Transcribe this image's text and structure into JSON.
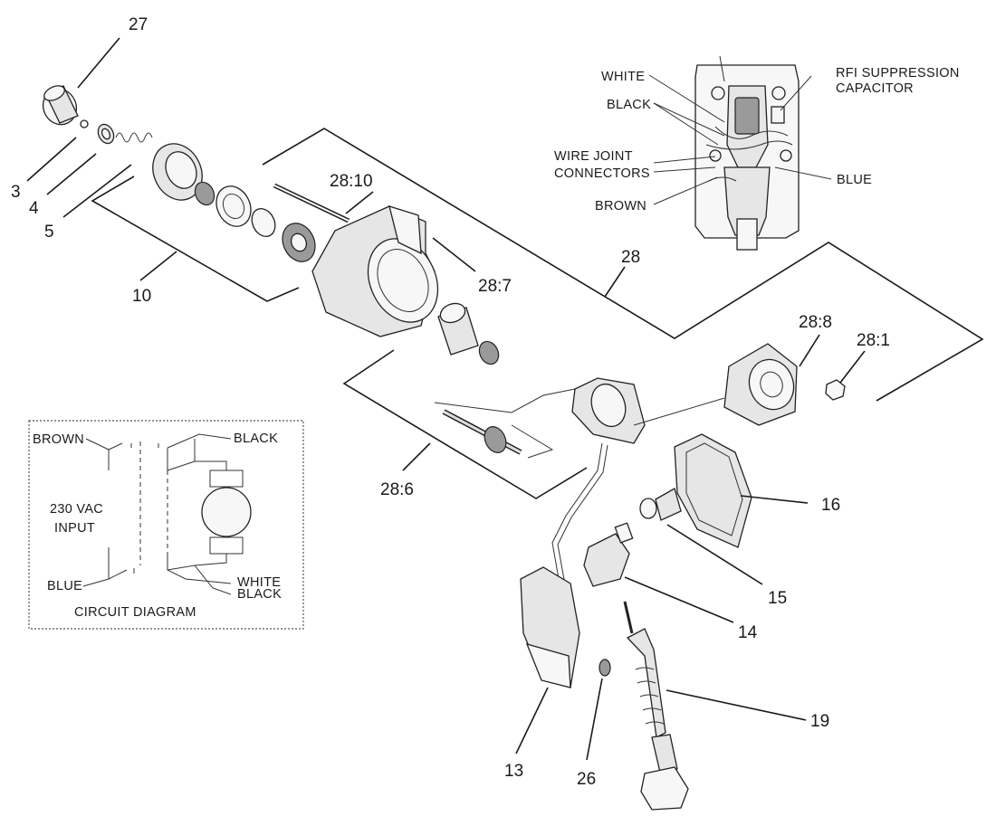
{
  "part_numbers": {
    "p27": "27",
    "p3": "3",
    "p4": "4",
    "p5": "5",
    "p10": "10",
    "p28_10": "28:10",
    "p28_7": "28:7",
    "p28": "28",
    "p28_8": "28:8",
    "p28_1": "28:1",
    "p28_6": "28:6",
    "p16": "16",
    "p15": "15",
    "p14": "14",
    "p19": "19",
    "p13": "13",
    "p26": "26"
  },
  "wiring_inset": {
    "white": "WHITE",
    "black": "BLACK",
    "wire_joint_1": "WIRE JOINT",
    "wire_joint_2": "CONNECTORS",
    "brown": "BROWN",
    "rfi_1": "RFI SUPPRESSION",
    "rfi_2": "CAPACITOR",
    "blue": "BLUE"
  },
  "circuit_diagram": {
    "brown": "BROWN",
    "black_top": "BLACK",
    "input_1": "230 VAC",
    "input_2": "INPUT",
    "blue": "BLUE",
    "white": "WHITE",
    "black_bottom": "BLACK",
    "caption": "CIRCUIT DIAGRAM"
  }
}
